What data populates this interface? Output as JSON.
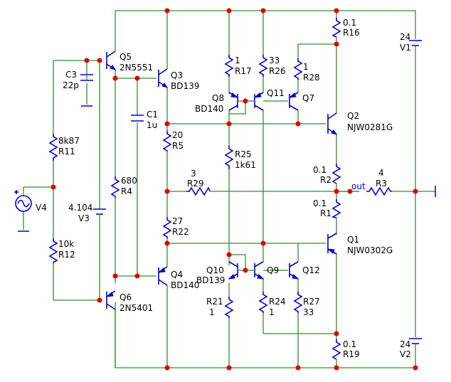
{
  "components": {
    "Q5": {
      "ref": "Q5",
      "part": "2N5551"
    },
    "Q3": {
      "ref": "Q3",
      "part": "BD139"
    },
    "Q8": {
      "ref": "Q8",
      "part": "BD140"
    },
    "Q11": {
      "ref": "Q11",
      "part": ""
    },
    "Q7": {
      "ref": "Q7",
      "part": ""
    },
    "Q2": {
      "ref": "Q2",
      "part": "NJW0281G"
    },
    "Q1": {
      "ref": "Q1",
      "part": "NJW0302G"
    },
    "Q4": {
      "ref": "Q4",
      "part": "BD140"
    },
    "Q10": {
      "ref": "Q10",
      "part": "BD139"
    },
    "Q9": {
      "ref": "Q9",
      "part": ""
    },
    "Q12": {
      "ref": "Q12",
      "part": ""
    },
    "Q6": {
      "ref": "Q6",
      "part": "2N5401"
    },
    "C3": {
      "ref": "C3",
      "value": "22p"
    },
    "C1": {
      "ref": "C1",
      "value": "1u"
    },
    "R11": {
      "ref": "R11",
      "value": "8k87"
    },
    "R12": {
      "ref": "R12",
      "value": "10k"
    },
    "R4": {
      "ref": "R4",
      "value": "680"
    },
    "R5": {
      "ref": "R5",
      "value": "20"
    },
    "R22": {
      "ref": "R22",
      "value": "27"
    },
    "R29": {
      "ref": "R29",
      "value": "3"
    },
    "R17": {
      "ref": "R17",
      "value": "1"
    },
    "R26": {
      "ref": "R26",
      "value": "33"
    },
    "R28": {
      "ref": "R28",
      "value": "1"
    },
    "R25": {
      "ref": "R25",
      "value": "1k61"
    },
    "R21": {
      "ref": "R21",
      "value": "1"
    },
    "R24": {
      "ref": "R24",
      "value": "1"
    },
    "R27": {
      "ref": "R27",
      "value": "33"
    },
    "R16": {
      "ref": "R16",
      "value": "0.1"
    },
    "R2": {
      "ref": "R2",
      "value": "0.1"
    },
    "R1": {
      "ref": "R1",
      "value": "0.1"
    },
    "R19": {
      "ref": "R19",
      "value": "0.1"
    },
    "R3": {
      "ref": "R3",
      "value": "4"
    },
    "V1": {
      "ref": "V1",
      "value": "24"
    },
    "V2": {
      "ref": "V2",
      "value": "24"
    },
    "V3": {
      "ref": "V3",
      "value": "4.104"
    },
    "V4": {
      "ref": "V4",
      "value": ""
    }
  },
  "net_labels": {
    "out": "out"
  },
  "colors": {
    "wire": "#2f8f2f",
    "component": "#0000cc",
    "junction": "#e00000",
    "text": "#000000",
    "net_label": "#0000cc"
  }
}
